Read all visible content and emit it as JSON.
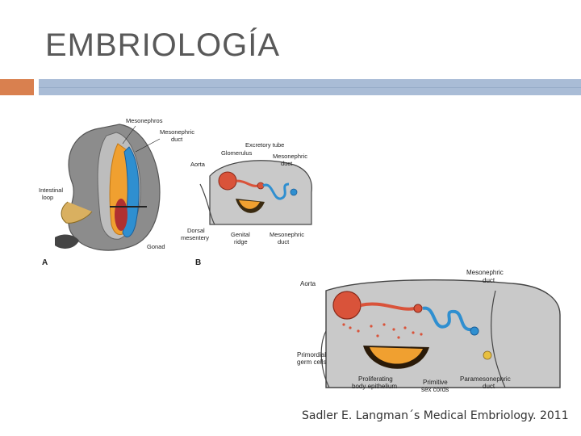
{
  "slide": {
    "title": "EMBRIOLOGÍA",
    "caption": "Sadler E. Langman´s  Medical Embriology. 2011"
  },
  "figure_ab": {
    "labels": {
      "mesonephros": "Mesonephros",
      "mesonephric_duct_top": "Mesonephric",
      "mesonephric_duct_top2": "duct",
      "intestinal_loop": "Intestinal",
      "intestinal_loop2": "loop",
      "gonad": "Gonad",
      "panel_a": "A",
      "panel_b": "B",
      "excretory_tube": "Excretory tube",
      "glomerulus": "Glomerulus",
      "aorta": "Aorta",
      "mesonephric_duct_b": "Mesonephric",
      "mesonephric_duct_b2": "duct",
      "dorsal_mesentery": "Dorsal",
      "dorsal_mesentery2": "mesentery",
      "genital_ridge": "Genital",
      "genital_ridge2": "ridge",
      "mesonephric_duct_bottom": "Mesonephric",
      "mesonephric_duct_bottom2": "duct"
    }
  },
  "figure_c": {
    "labels": {
      "aorta": "Aorta",
      "mesonephric_duct": "Mesonephric",
      "mesonephric_duct2": "duct",
      "primordial_germ_cells": "Primordial",
      "primordial_germ_cells2": "germ cells",
      "proliferating_epithelium": "Proliferating",
      "proliferating_epithelium2": "body epithelium",
      "primitive_sex_cords": "Primitive",
      "primitive_sex_cords2": "sex cords",
      "paramesonephric_duct": "Paramesonephric",
      "paramesonephric_duct2": "duct"
    }
  },
  "colors": {
    "title": "#595959",
    "accent_orange": "#d9804f",
    "accent_blue": "#a9bcd6",
    "tissue_gray": "#9a9a9a",
    "vessel_red": "#d9533a",
    "duct_blue": "#2f8fd0",
    "ridge_orange": "#f0a030"
  }
}
